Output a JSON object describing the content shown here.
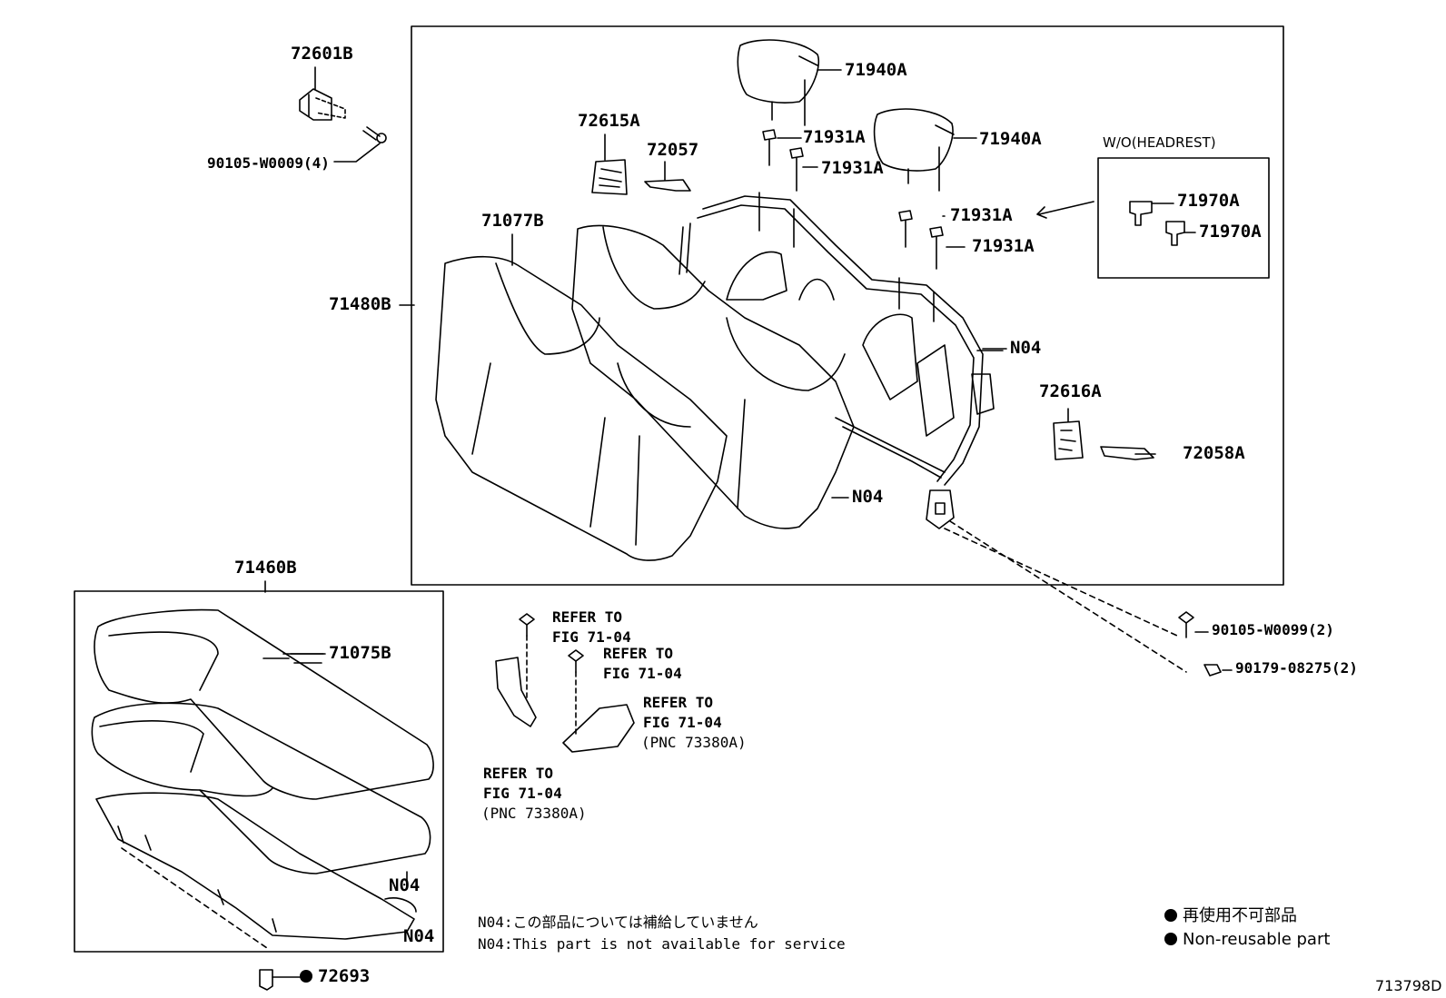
{
  "parts": {
    "p72601B": "72601B",
    "p90105_W0009": "90105-W0009(4)",
    "p72615A": "72615A",
    "p72057": "72057",
    "p71077B": "71077B",
    "p71480B": "71480B",
    "p71940A_1": "71940A",
    "p71940A_2": "71940A",
    "p71931A_1": "71931A",
    "p71931A_2": "71931A",
    "p71931A_3": "71931A",
    "p71931A_4": "71931A",
    "wo_headrest": "W/O(HEADREST)",
    "p71970A_1": "71970A",
    "p71970A_2": "71970A",
    "n04_frame": "N04",
    "p72616A": "72616A",
    "p72058A": "72058A",
    "n04_back": "N04",
    "p71460B": "71460B",
    "p71075B": "71075B",
    "n04_cushion_1": "N04",
    "n04_cushion_2": "N04",
    "p72693": "72693",
    "p90105_W0099": "90105-W0099(2)",
    "p90179_08275": "90179-08275(2)"
  },
  "refers": {
    "r1_line1": "REFER TO",
    "r1_line2": "FIG 71-04",
    "r2_line1": "REFER TO",
    "r2_line2": "FIG 71-04",
    "r3_line1": "REFER TO",
    "r3_line2": "FIG 71-04",
    "r3_line3": "(PNC 73380A)",
    "r4_line1": "REFER TO",
    "r4_line2": "FIG 71-04",
    "r4_line3": "(PNC 73380A)"
  },
  "notes": {
    "note_jp": "N04:この部品については補給していません",
    "note_en": "N04:This part is not available for service"
  },
  "legend": {
    "jp": "再使用不可部品",
    "en": "Non-reusable part"
  },
  "diagram_id": "713798D"
}
